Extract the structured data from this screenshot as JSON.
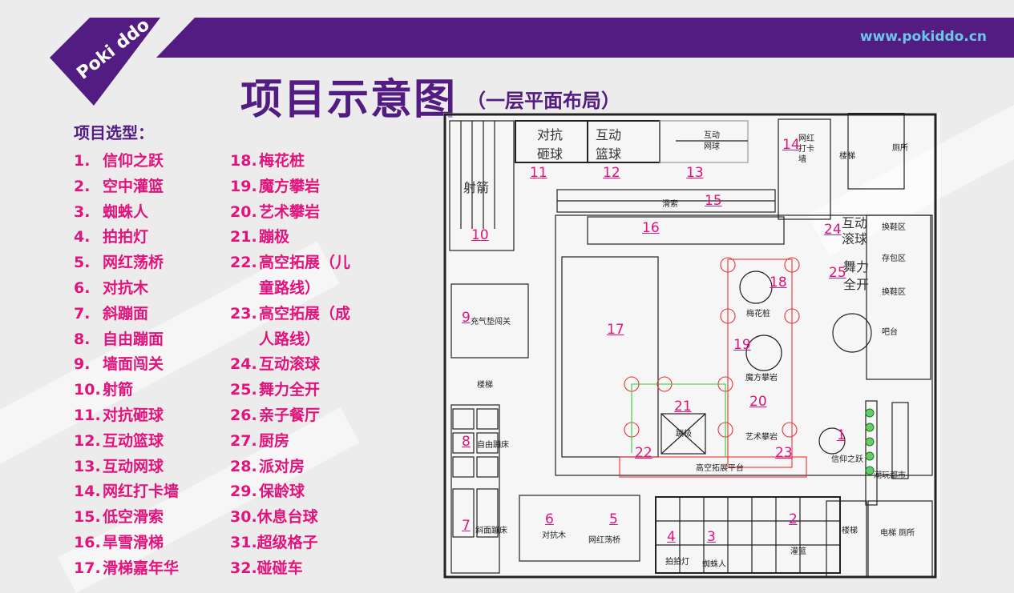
{
  "header": {
    "logo_text": "Poki ddo",
    "url": "www.pokiddo.cn",
    "title": "项目示意图",
    "subtitle": "（一层平面布局）"
  },
  "list": {
    "title": "项目选型：",
    "items": [
      {
        "num": "1.",
        "label": "信仰之跃"
      },
      {
        "num": "2.",
        "label": "空中灌篮"
      },
      {
        "num": "3.",
        "label": "蜘蛛人"
      },
      {
        "num": "4.",
        "label": "拍拍灯"
      },
      {
        "num": "5.",
        "label": "网红荡桥"
      },
      {
        "num": "6.",
        "label": "对抗木"
      },
      {
        "num": "7.",
        "label": "斜蹦面"
      },
      {
        "num": "8.",
        "label": "自由蹦面"
      },
      {
        "num": "9.",
        "label": "墙面闯关"
      },
      {
        "num": "10.",
        "label": "射箭"
      },
      {
        "num": "11.",
        "label": "对抗砸球"
      },
      {
        "num": "12.",
        "label": "互动篮球"
      },
      {
        "num": "13.",
        "label": "互动网球"
      },
      {
        "num": "14.",
        "label": "网红打卡墙"
      },
      {
        "num": "15.",
        "label": "低空滑索"
      },
      {
        "num": "16.",
        "label": "旱雪滑梯"
      },
      {
        "num": "17.",
        "label": "滑梯嘉年华"
      },
      {
        "num": "18.",
        "label": "梅花桩"
      },
      {
        "num": "19.",
        "label": "魔方攀岩"
      },
      {
        "num": "20.",
        "label": "艺术攀岩"
      },
      {
        "num": "21.",
        "label": "蹦极"
      },
      {
        "num": "22.",
        "label": "高空拓展（儿"
      },
      {
        "num": "",
        "label": "童路线）"
      },
      {
        "num": "23.",
        "label": "高空拓展（成"
      },
      {
        "num": "",
        "label": "人路线）"
      },
      {
        "num": "24.",
        "label": "互动滚球"
      },
      {
        "num": "25.",
        "label": "舞力全开"
      },
      {
        "num": "26.",
        "label": "亲子餐厅"
      },
      {
        "num": "27.",
        "label": "厨房"
      },
      {
        "num": "28.",
        "label": "派对房"
      },
      {
        "num": "29.",
        "label": "保龄球"
      },
      {
        "num": "30.",
        "label": "休息台球"
      },
      {
        "num": "31.",
        "label": "超级格子"
      },
      {
        "num": "32.",
        "label": "碰碰车"
      }
    ]
  },
  "map": {
    "numbers": [
      "1",
      "2",
      "3",
      "4",
      "5",
      "6",
      "7",
      "8",
      "9",
      "10",
      "11",
      "12",
      "13",
      "14",
      "15",
      "16",
      "17",
      "18",
      "19",
      "20",
      "21",
      "22",
      "23",
      "24",
      "25"
    ],
    "rooms": [
      "射箭",
      "对抗",
      "砸球",
      "互动",
      "篮球",
      "互动",
      "网球",
      "网红",
      "打卡",
      "墙",
      "厕所",
      "楼梯",
      "滑索",
      "充气垫闯关",
      "梅花桩",
      "魔方攀岩",
      "蹦极",
      "艺术攀岩",
      "信仰之跃",
      "高空拓展平台",
      "自由蹦床",
      "斜面蹦床",
      "对抗木",
      "网红荡桥",
      "拍拍灯",
      "蜘蛛人",
      "灌篮",
      "楼梯",
      "电梯  厕所",
      "潮玩都市",
      "换鞋区",
      "存包区",
      "换鞋区",
      "吧台",
      "舞力",
      "全开",
      "互动",
      "滚球",
      "楼梯"
    ]
  },
  "colors": {
    "brand_purple": "#531c82",
    "accent_magenta": "#e2137c",
    "url_blue": "#6cc6e8"
  }
}
